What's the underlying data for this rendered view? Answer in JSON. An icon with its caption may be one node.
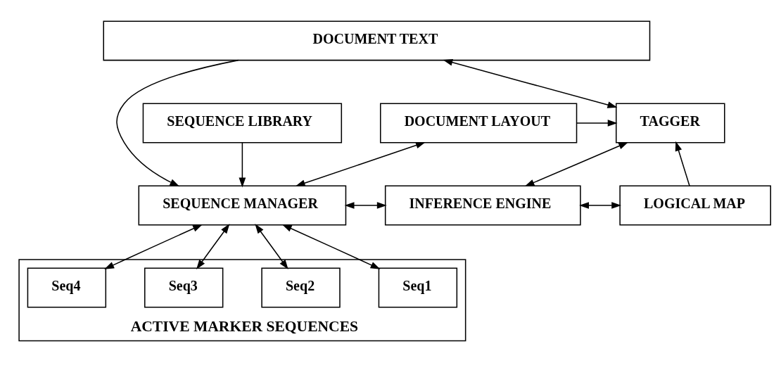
{
  "diagram": {
    "nodes": [
      {
        "text": [
          "DOCUMENT TEXT"
        ]
      },
      {
        "text": [
          "SEQUENCE LIBRARY"
        ]
      },
      {
        "text": [
          "DOCUMENT LAYOUT"
        ]
      },
      {
        "text": [
          "TAGGER"
        ]
      },
      {
        "text": [
          "SEQUENCE MANAGER"
        ]
      },
      {
        "text": [
          "INFERENCE ENGINE"
        ]
      },
      {
        "text": [
          "LOGICAL MAP"
        ]
      },
      {
        "text": [
          "ACTIVE MARKER SEQUENCES"
        ]
      },
      {
        "text": [
          "Seq1"
        ],
        "in": 7
      },
      {
        "text": [
          "Seq2"
        ],
        "in": 7
      },
      {
        "text": [
          "Seq3"
        ],
        "in": 7
      },
      {
        "text": [
          "Seq4"
        ],
        "in": 7
      }
    ],
    "edges": [
      {
        "from": 0,
        "to": 4,
        "arrow": "to"
      },
      {
        "from": 0,
        "to": 3,
        "arrow": "both"
      },
      {
        "from": 1,
        "to": 4,
        "arrow": "to"
      },
      {
        "from": 2,
        "to": 3,
        "arrow": "to"
      },
      {
        "from": 2,
        "to": 4,
        "arrow": "both"
      },
      {
        "from": 3,
        "to": 5,
        "arrow": "both"
      },
      {
        "from": 4,
        "to": 5,
        "arrow": "both"
      },
      {
        "from": 5,
        "to": 6,
        "arrow": "both"
      },
      {
        "from": 6,
        "to": 3,
        "arrow": "to"
      },
      {
        "from": 4,
        "to": 8,
        "arrow": "both"
      },
      {
        "from": 4,
        "to": 9,
        "arrow": "both"
      },
      {
        "from": 4,
        "to": 10,
        "arrow": "both"
      },
      {
        "from": 4,
        "to": 11,
        "arrow": "both"
      }
    ]
  }
}
